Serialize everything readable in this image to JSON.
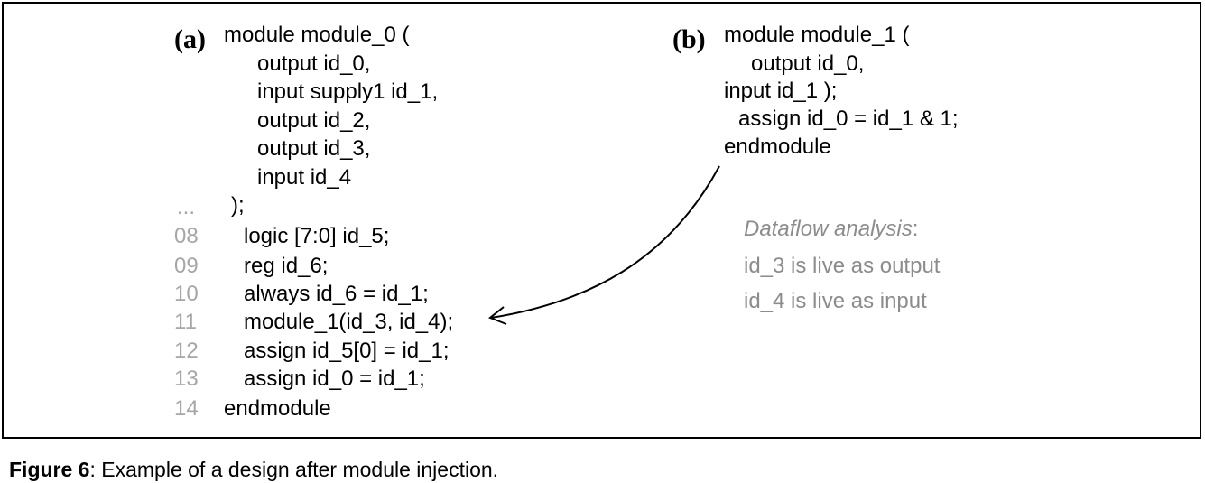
{
  "caption": {
    "label": "Figure 6",
    "text": ": Example of a design after module injection."
  },
  "panel_a": {
    "label": "(a)",
    "lines": [
      "module module_0 (",
      "output id_0,",
      "input supply1 id_1,",
      "output id_2,",
      "output id_3,",
      "input id_4",
      ");",
      "logic [7:0] id_5;",
      "reg id_6;",
      "always id_6 = id_1;",
      "module_1(id_3, id_4);",
      "assign id_5[0] = id_1;",
      "assign id_0 = id_1;",
      "endmodule"
    ],
    "line_numbers": [
      "...",
      "08",
      "09",
      "10",
      "11",
      "12",
      "13",
      "14"
    ]
  },
  "panel_b": {
    "label": "(b)",
    "lines": [
      "module module_1 (",
      "output id_0,",
      "input id_1 );",
      "assign id_0 = id_1 & 1;",
      "endmodule"
    ]
  },
  "analysis": {
    "title": "Dataflow analysis",
    "colon": ":",
    "lines": [
      "id_3 is live as output",
      "id_4 is live as input"
    ]
  },
  "colors": {
    "line_number": "#a6a6a6",
    "analysis_text": "#8c8c8c"
  }
}
